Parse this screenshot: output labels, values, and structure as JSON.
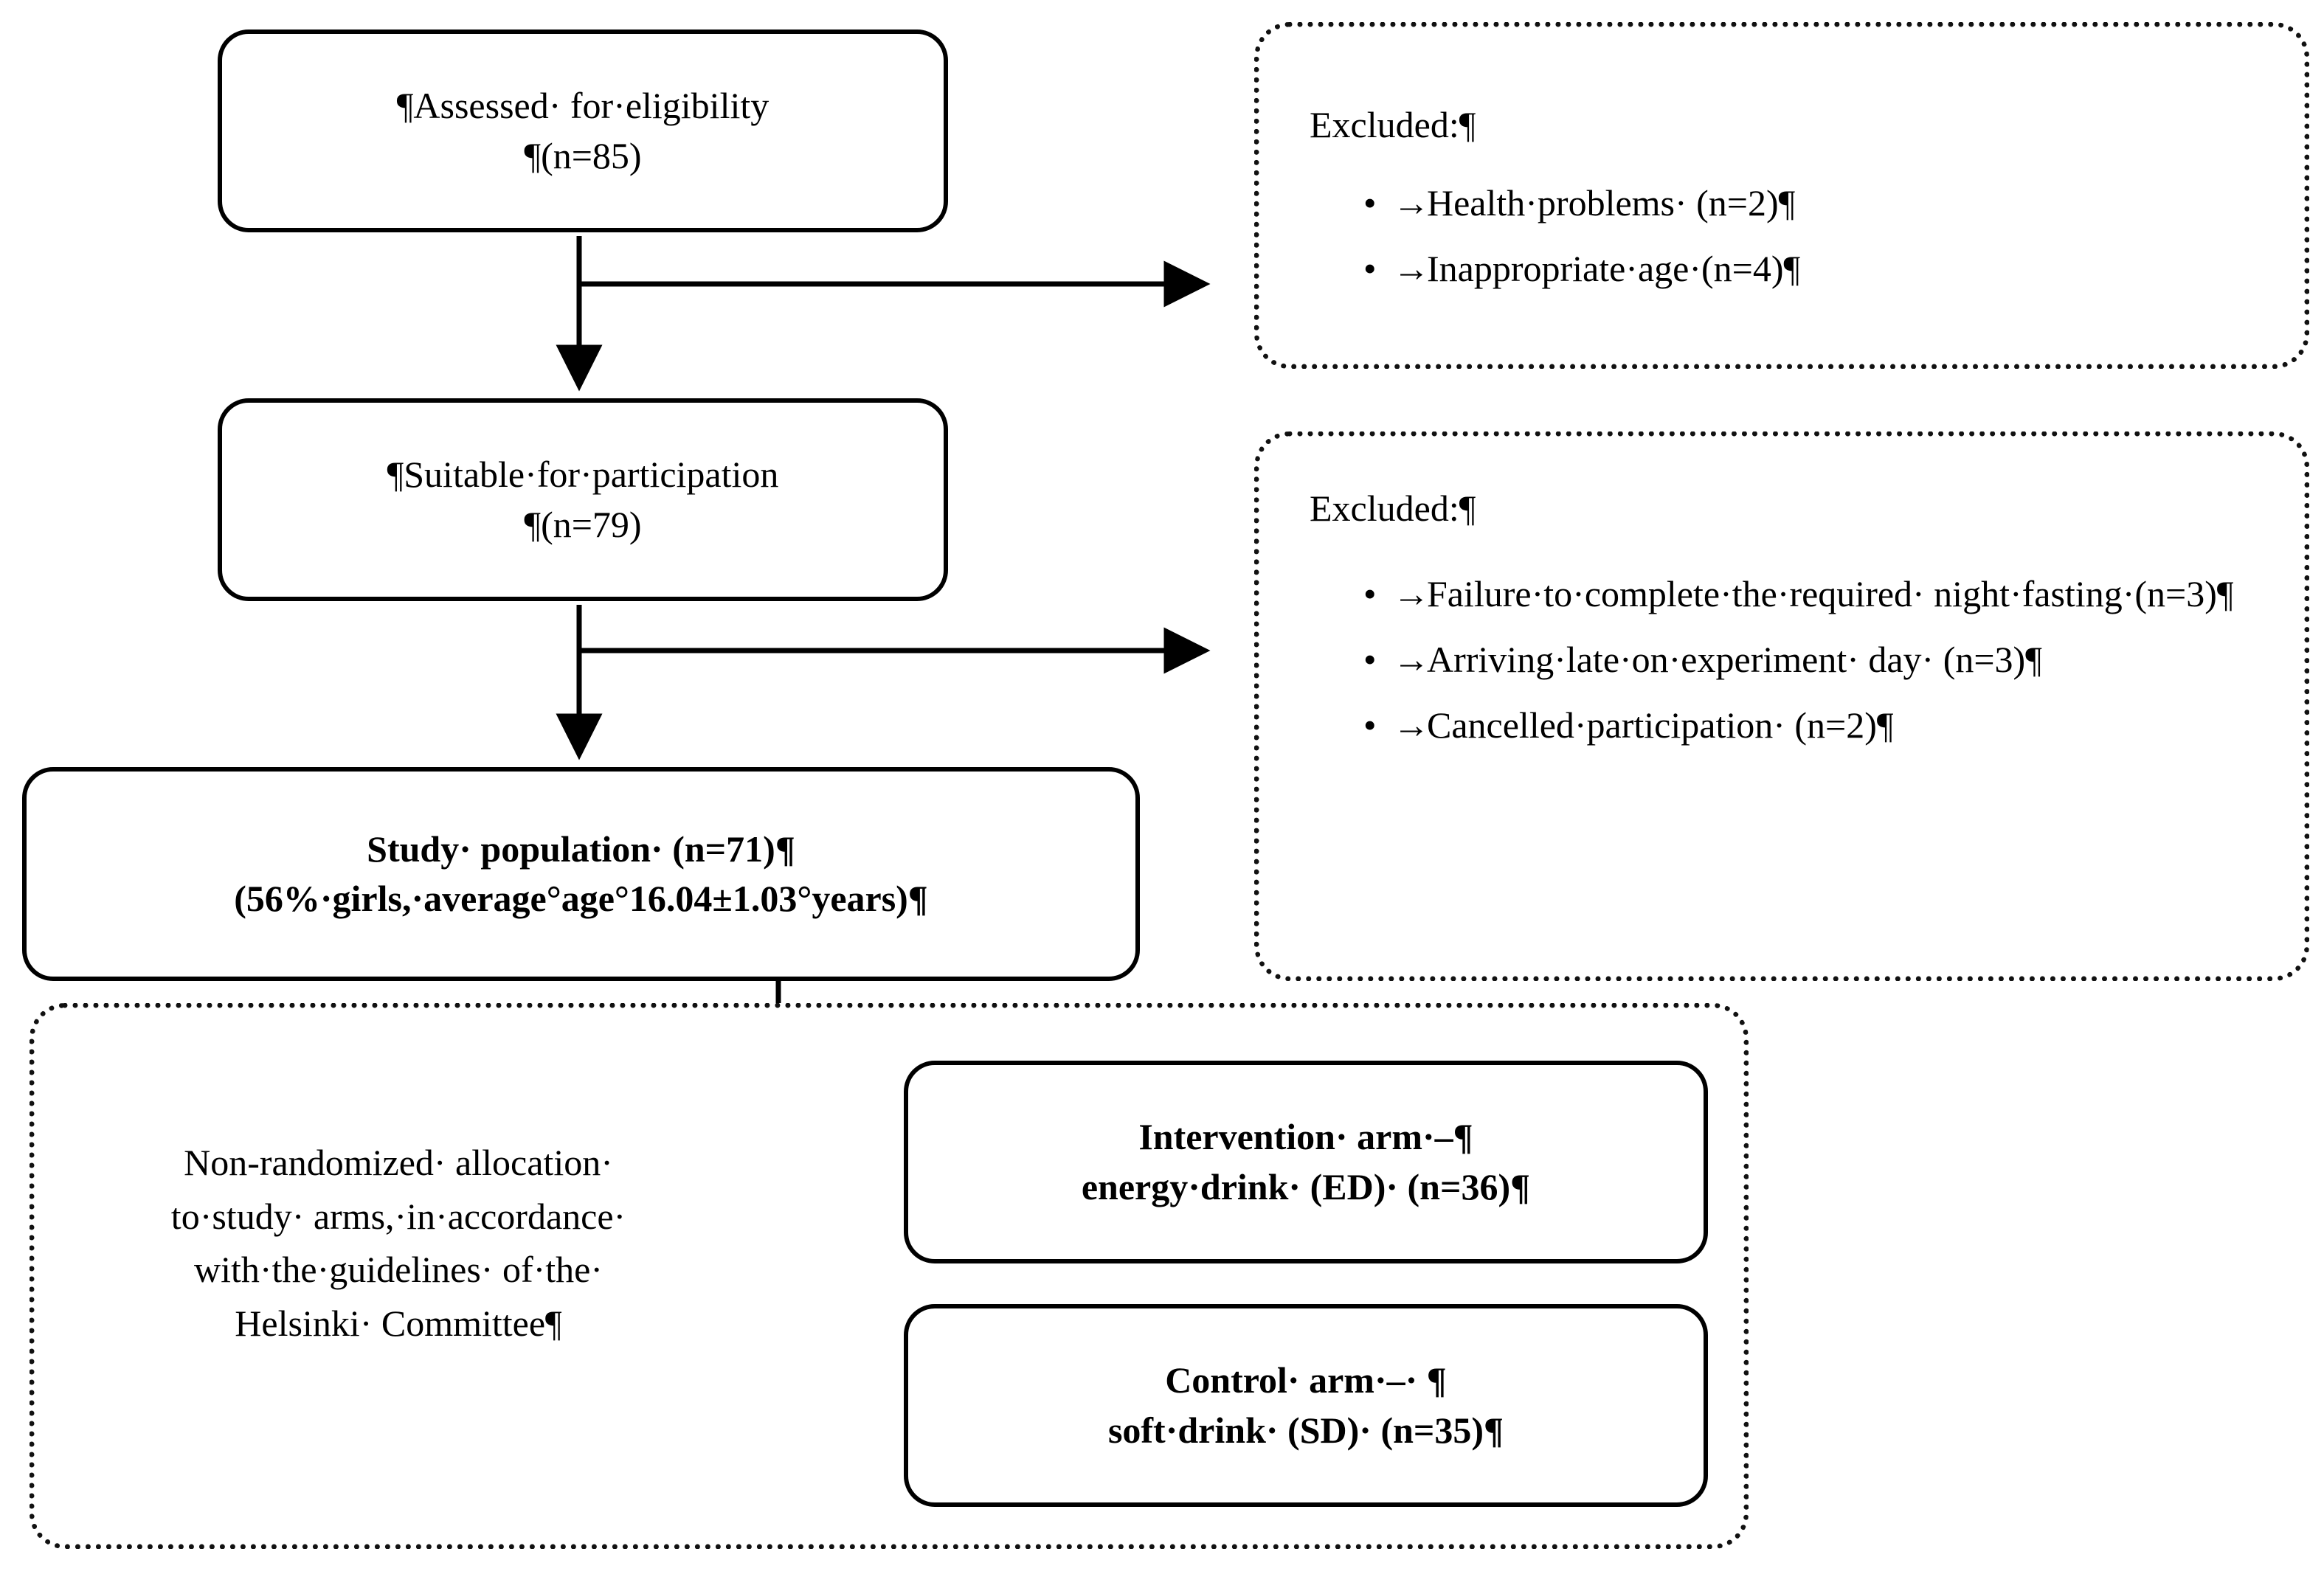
{
  "diagram": {
    "title": "Participant flow diagram",
    "nodes": {
      "assessed": {
        "name": "assessed-for-eligibility-box",
        "lines": [
          "¶Assessed· for·eligibility",
          "¶(n=85)"
        ]
      },
      "suitable": {
        "name": "suitable-for-participation-box",
        "lines": [
          "¶Suitable·for·participation",
          "¶(n=79)"
        ]
      },
      "study_population": {
        "name": "study-population-box",
        "lines": [
          "Study· population· (n=71)¶",
          "(56%·girls,·average°age°16.04±1.03°years)¶"
        ]
      },
      "intervention_arm": {
        "name": "intervention-arm-box",
        "lines": [
          "Intervention· arm·–¶",
          "energy·drink· (ED)· (n=36)¶"
        ]
      },
      "control_arm": {
        "name": "control-arm-box",
        "lines": [
          "Control· arm·–· ¶",
          "soft·drink· (SD)· (n=35)¶"
        ]
      }
    },
    "excluded_1": {
      "title": "Excluded:¶",
      "items": [
        "Health·problems· (n=2)¶",
        "Inappropriate·age·(n=4)¶"
      ]
    },
    "excluded_2": {
      "title": "Excluded:¶",
      "items": [
        "Failure·to·complete·the·required· night·fasting·(n=3)¶",
        "Arriving·late·on·experiment· day· (n=3)¶",
        "Cancelled·participation· (n=2)¶"
      ]
    },
    "allocation": {
      "lines": [
        "Non-randomized· allocation·",
        "to·study· arms,·in·accordance·",
        "with·the·guidelines· of·the·",
        "Helsinki· Committee¶"
      ]
    },
    "glyphs": {
      "bullet": "•",
      "arrow": "→"
    },
    "colors": {
      "stroke": "#000000",
      "background": "#ffffff"
    }
  }
}
